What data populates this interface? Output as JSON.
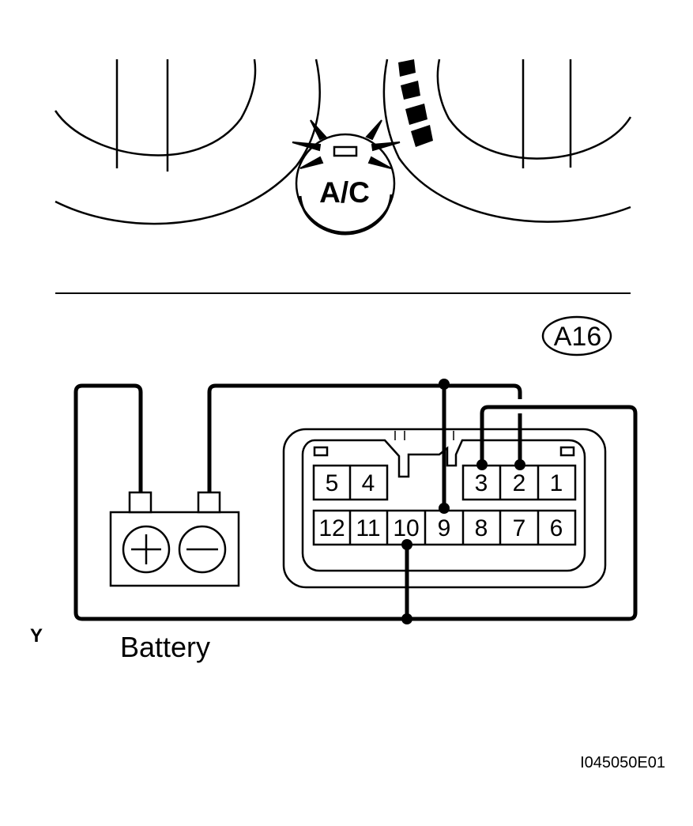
{
  "figure": {
    "ac_button_label": "A/C",
    "connector_label": "A16",
    "battery_label": "Battery",
    "battery_plus_symbol": "+",
    "battery_minus_symbol": "−",
    "side_mark": "Y",
    "figure_code": "I045050E01"
  },
  "connector": {
    "top_row_left": [
      "5",
      "4"
    ],
    "top_row_right": [
      "3",
      "2",
      "1"
    ],
    "bottom_row": [
      "12",
      "11",
      "10",
      "9",
      "8",
      "7",
      "6"
    ]
  },
  "wiring": {
    "connections": [
      {
        "from": "Battery +",
        "to": "10"
      },
      {
        "from": "Battery −",
        "to": "9"
      },
      {
        "from": "Battery −",
        "to": "2"
      },
      {
        "from": "Battery +",
        "to": "3"
      }
    ]
  }
}
